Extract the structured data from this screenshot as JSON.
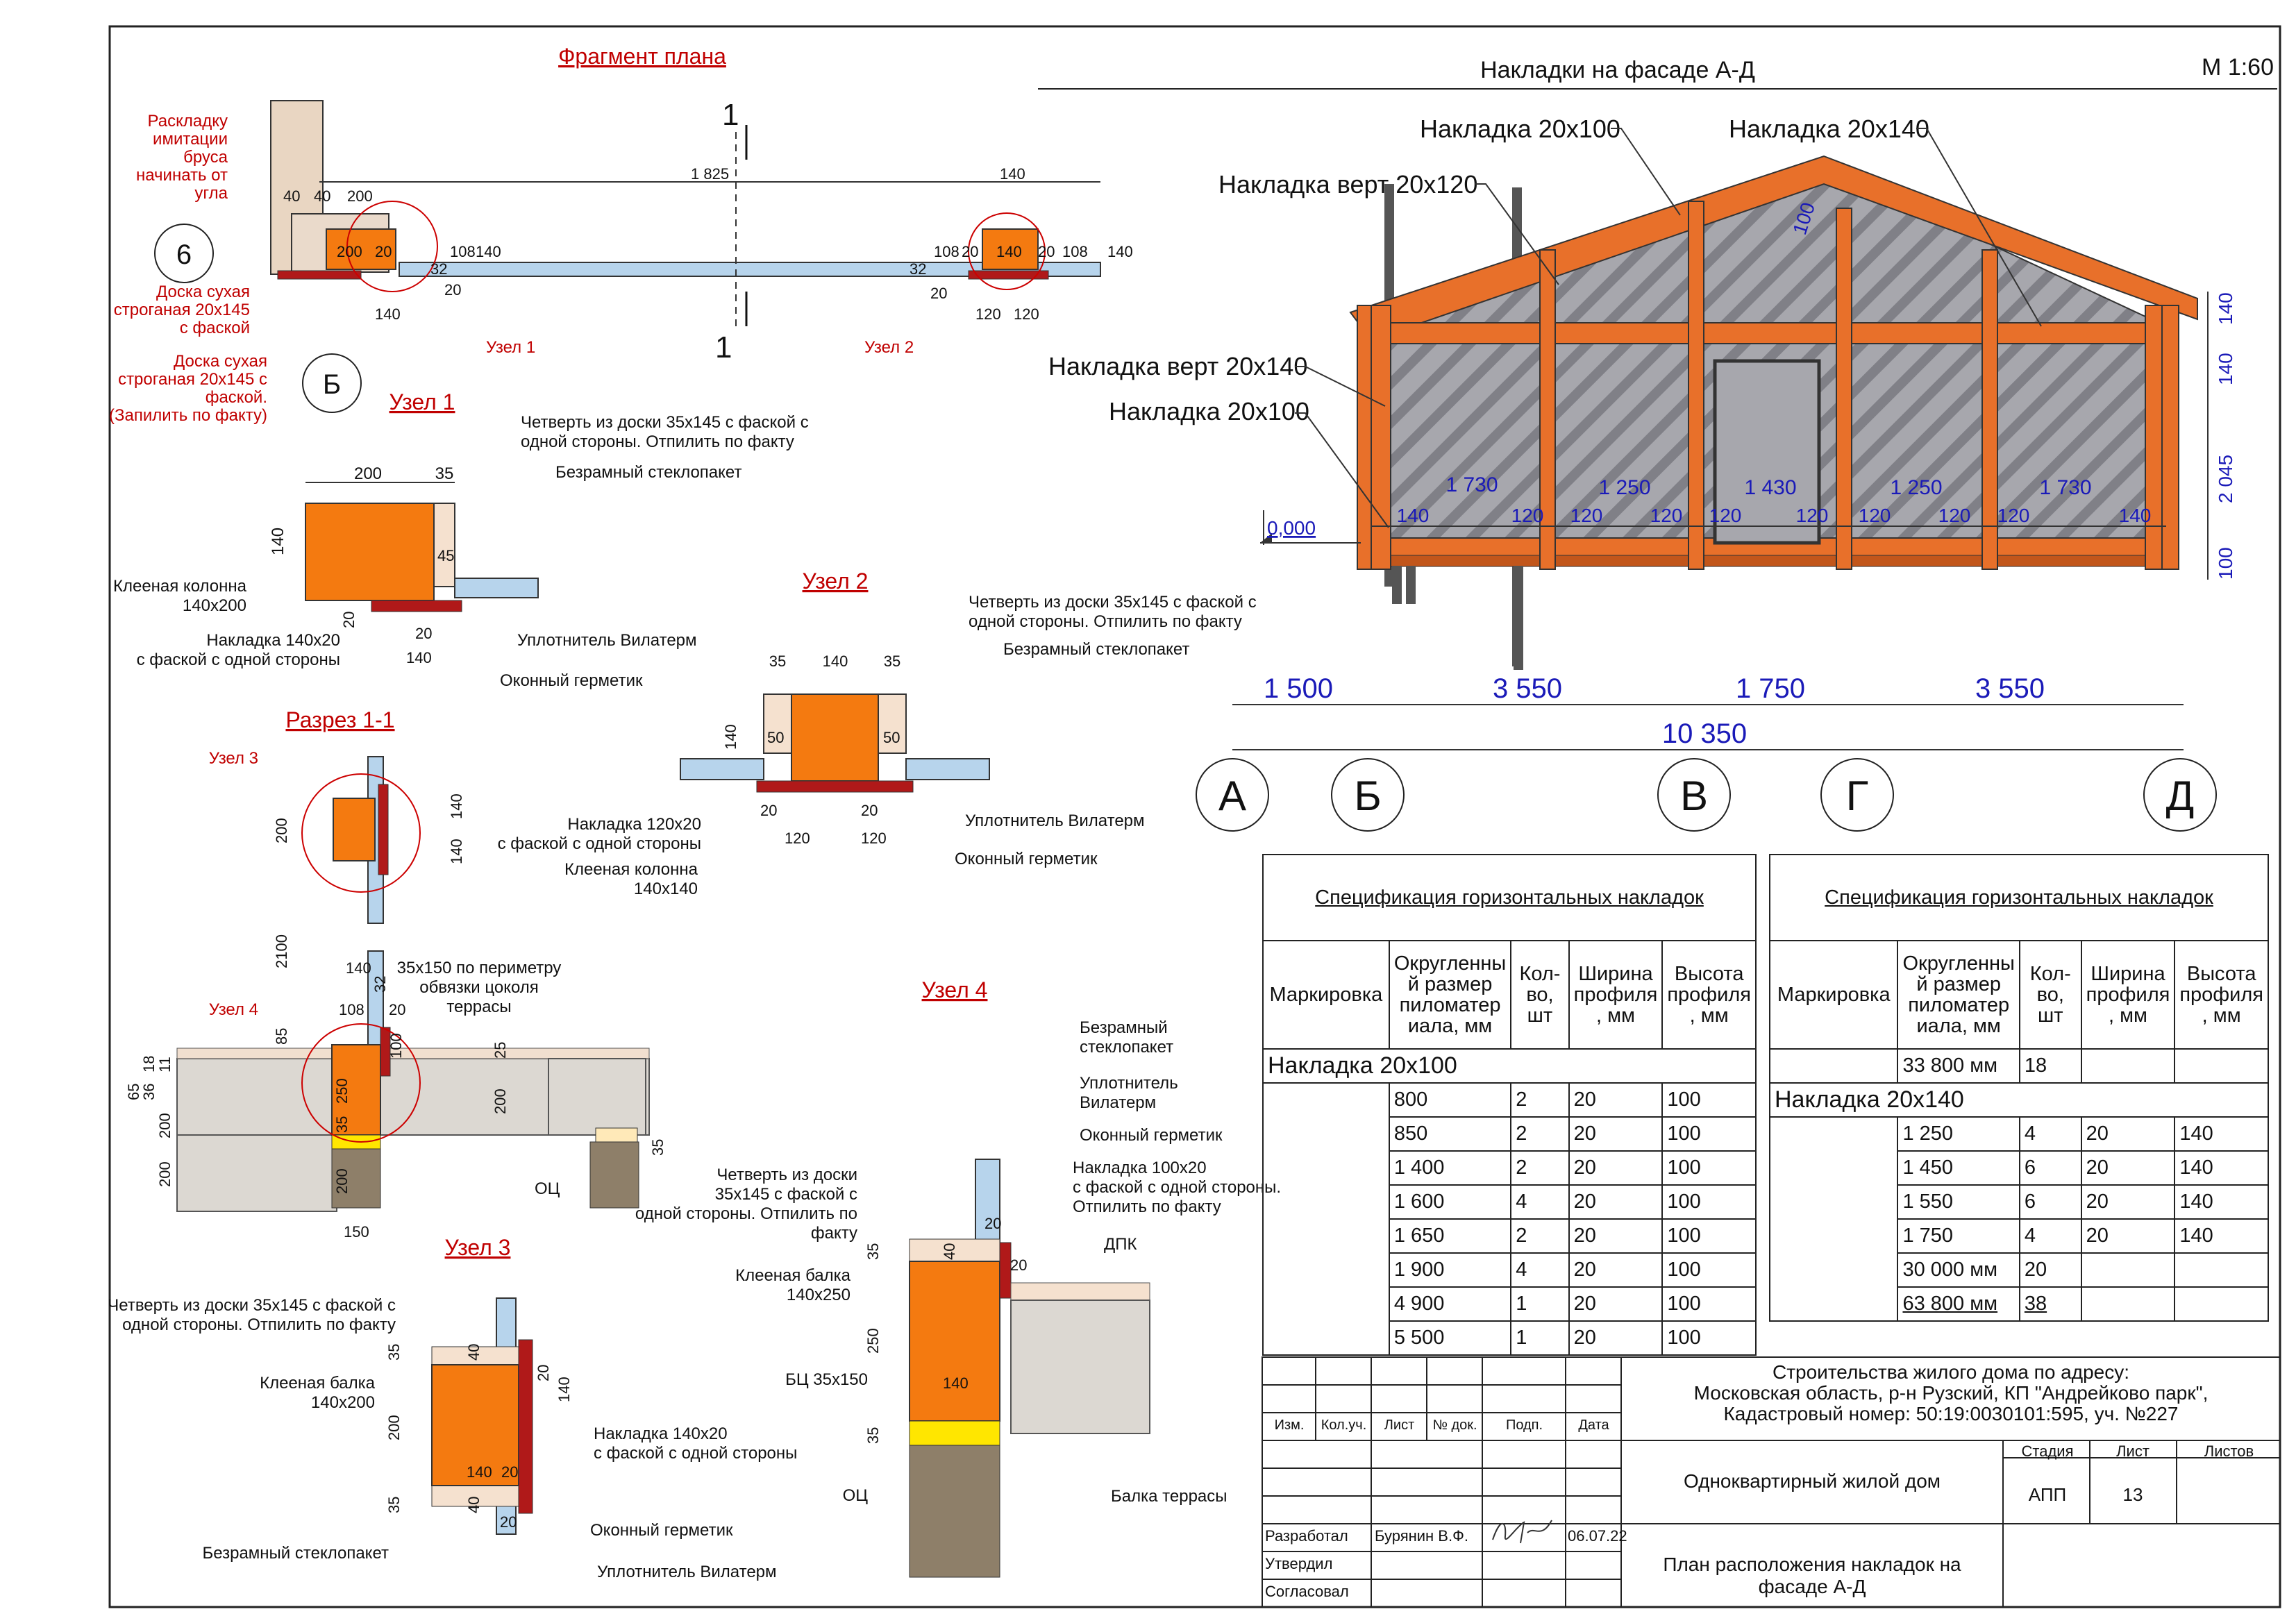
{
  "titles": {
    "plan_fragment": "Фрагмент плана",
    "facade": "Накладки на фасаде А-Д",
    "scale": "М 1:60",
    "node1": "Узел 1",
    "node2": "Узел 2",
    "node3": "Узел 3",
    "node4": "Узел 4",
    "section": "Разрез 1-1"
  },
  "plan": {
    "note_start": [
      "Раскладку",
      "имитации",
      "бруса",
      "начинать от",
      "угла"
    ],
    "board1": [
      "Доска сухая",
      "строганая 20х145",
      "с фаской"
    ],
    "board2": [
      "Доска сухая",
      "строганая 20х145 с",
      "фаской.",
      "(Запилить по факту)"
    ],
    "axis6": "6",
    "axisB": "Б",
    "cut": "1",
    "node1_ref": "Узел 1",
    "node2_ref": "Узел 2",
    "dims": [
      "40",
      "40",
      "200",
      "200",
      "20",
      "140",
      "20",
      "32",
      "108",
      "140",
      "1 825",
      "140",
      "108",
      "32",
      "20",
      "20",
      "140",
      "20",
      "108",
      "140",
      "120",
      "120"
    ]
  },
  "node1": {
    "quarter": [
      "Четверть из доски 35х145 с фаской с",
      "одной стороны. Отпилить по факту"
    ],
    "glass": "Безрамный стеклопакет",
    "column": [
      "Клееная колонна",
      "140х200"
    ],
    "overlay": [
      "Накладка 140х20",
      "с фаской с одной стороны"
    ],
    "seal": "Уплотнитель Вилатерм",
    "sealant": "Оконный герметик",
    "dims": [
      "200",
      "35",
      "140",
      "45",
      "20",
      "20",
      "140"
    ]
  },
  "node2": {
    "quarter": [
      "Четверть из доски 35х145 с фаской с",
      "одной стороны. Отпилить по факту"
    ],
    "glass": "Безрамный стеклопакет",
    "overlay": [
      "Накладка 120х20",
      "с фаской с одной стороны"
    ],
    "column": [
      "Клееная колонна",
      "140х140"
    ],
    "seal": "Уплотнитель Вилатерм",
    "sealant": "Оконный герметик",
    "dims": [
      "35",
      "140",
      "35",
      "140",
      "50",
      "50",
      "20",
      "20",
      "120",
      "120"
    ]
  },
  "section": {
    "node3_ref": "Узел 3",
    "node4_ref": "Узел 4",
    "beam_note": [
      "35х150 по периметру",
      "обвязки цоколя",
      "террасы"
    ],
    "oc": "ОЦ",
    "dims": [
      "200",
      "140",
      "140",
      "2100",
      "140",
      "32",
      "108",
      "20",
      "100",
      "85",
      "250",
      "35",
      "200",
      "65",
      "36",
      "18",
      "11",
      "200",
      "200",
      "25",
      "200",
      "35",
      "150"
    ]
  },
  "node3": {
    "quarter": [
      "Четверть из доски 35х145 с фаской с",
      "одной стороны. Отпилить по факту"
    ],
    "beam": [
      "Клееная балка",
      "140х200"
    ],
    "overlay": [
      "Накладка 140х20",
      "с фаской с одной стороны"
    ],
    "sealant": "Оконный герметик",
    "glass": "Безрамный стеклопакет",
    "seal": "Уплотнитель Вилатерм",
    "dims": [
      "35",
      "40",
      "20",
      "140",
      "200",
      "140",
      "20",
      "35",
      "40",
      "20"
    ]
  },
  "node4": {
    "glass": [
      "Безрамный",
      "стеклопакет"
    ],
    "seal": [
      "Уплотнитель",
      "Вилатерм"
    ],
    "sealant": "Оконный герметик",
    "overlay": [
      "Накладка 100х20",
      "с фаской с одной стороны.",
      "Отпилить по факту"
    ],
    "quarter": [
      "Четверть из доски",
      "35х145 с фаской с",
      "одной стороны. Отпилить по",
      "факту"
    ],
    "dpk": "ДПК",
    "beam": [
      "Клееная балка",
      "140х250"
    ],
    "bc": "БЦ 35х150",
    "oc": "ОЦ",
    "terrace": "Балка террасы",
    "dims": [
      "35",
      "40",
      "20",
      "20",
      "250",
      "140",
      "35"
    ]
  },
  "facade": {
    "labels": {
      "h20x100_top": "Накладка 20х100",
      "h20x140_top": "Накладка 20х140",
      "v20x120": "Накладка верт 20х120",
      "v20x140": "Накладка верт 20х140",
      "h20x100": "Накладка 20х100"
    },
    "level": "0,000",
    "slope_dim": "100",
    "right_dims": [
      "140",
      "140",
      "2 045",
      "100"
    ],
    "bays": [
      "1 730",
      "1 250",
      "1 430",
      "1 250",
      "1 730"
    ],
    "posts": [
      "140",
      "120",
      "120",
      "120",
      "120",
      "120",
      "120",
      "120",
      "120",
      "140"
    ],
    "axis_dims": [
      "1 500",
      "3 550",
      "1 750",
      "3 550"
    ],
    "total": "10 350",
    "axes": [
      "А",
      "Б",
      "В",
      "Г",
      "Д"
    ],
    "colors": {
      "wood": "#e8702a",
      "glass": "#a7a7ad",
      "outline": "#222222"
    }
  },
  "spec1": {
    "title": "Спецификация горизонтальных накладок",
    "headers": [
      "Маркировка",
      "Округленный размер пиломатериала, мм",
      "Кол-во, шт",
      "Ширина профиля, мм",
      "Высота профиля, мм"
    ],
    "header_lines": [
      [
        "Маркировка"
      ],
      [
        "Округленны",
        "й размер",
        "пиломатер",
        "иала, мм"
      ],
      [
        "Кол-во,",
        "шт"
      ],
      [
        "Ширина",
        "профиля",
        ", мм"
      ],
      [
        "Высота",
        "профиля",
        ", мм"
      ]
    ],
    "group": "Накладка 20х100",
    "rows": [
      [
        "800",
        "2",
        "20",
        "100"
      ],
      [
        "850",
        "2",
        "20",
        "100"
      ],
      [
        "1 400",
        "2",
        "20",
        "100"
      ],
      [
        "1 600",
        "4",
        "20",
        "100"
      ],
      [
        "1 650",
        "2",
        "20",
        "100"
      ],
      [
        "1 900",
        "4",
        "20",
        "100"
      ],
      [
        "4 900",
        "1",
        "20",
        "100"
      ],
      [
        "5 500",
        "1",
        "20",
        "100"
      ]
    ]
  },
  "spec2": {
    "title": "Спецификация горизонтальных накладок",
    "header_lines": [
      [
        "Маркировка"
      ],
      [
        "Округленны",
        "й размер",
        "пиломатер",
        "иала, мм"
      ],
      [
        "Кол-во,",
        "шт"
      ],
      [
        "Ширина",
        "профиля",
        ", мм"
      ],
      [
        "Высота",
        "профиля",
        ", мм"
      ]
    ],
    "total1": [
      "33 800 мм",
      "18"
    ],
    "group": "Накладка 20х140",
    "rows": [
      [
        "1 250",
        "4",
        "20",
        "140"
      ],
      [
        "1 450",
        "6",
        "20",
        "140"
      ],
      [
        "1 550",
        "6",
        "20",
        "140"
      ],
      [
        "1 750",
        "4",
        "20",
        "140"
      ]
    ],
    "total2": [
      "30 000 мм",
      "20"
    ],
    "total3": [
      "63 800 мм",
      "38"
    ]
  },
  "stamp": {
    "address": [
      "Строительства жилого дома по адресу:",
      "Московская область, р-н Рузский, КП \"Андрейково парк\",",
      "Кадастровый номер: 50:19:0030101:595, уч. №227"
    ],
    "cols": [
      "Изм.",
      "Кол.уч.",
      "Лист",
      "№ док.",
      "Подп.",
      "Дата"
    ],
    "stage_h": "Стадия",
    "sheet_h": "Лист",
    "sheets_h": "Листов",
    "stage": "АПП",
    "sheet": "13",
    "building": "Одноквартирный жилой дом",
    "roles": [
      "Разработал",
      "Утвердил",
      "Согласовал"
    ],
    "author": "Бурянин В.Ф.",
    "date": "06.07.22",
    "drawing": "План расположения накладок на фасаде А-Д"
  }
}
